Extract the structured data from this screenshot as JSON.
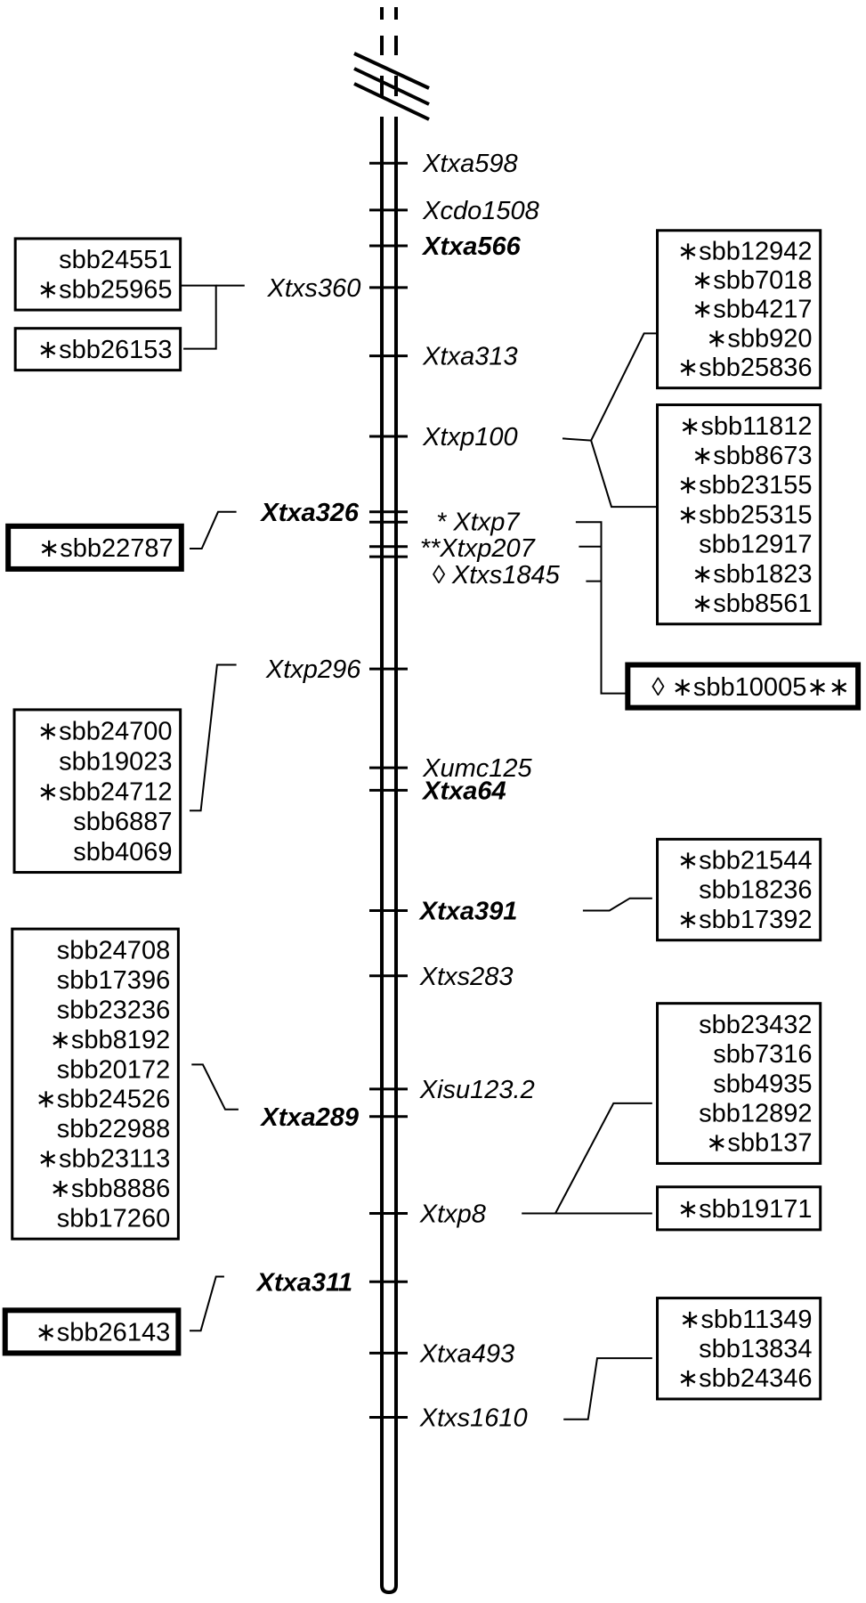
{
  "figure": {
    "type": "genetic linkage map",
    "colors": {
      "ink": "#000000",
      "background": "#ffffff"
    },
    "break_symbol": "chromosome-break",
    "markers": [
      {
        "label": "Xtxa598",
        "bold": false,
        "side": "right"
      },
      {
        "label": "Xcdo1508",
        "bold": false,
        "side": "right"
      },
      {
        "label": "Xtxa566",
        "bold": true,
        "side": "right"
      },
      {
        "label": "Xtxs360",
        "bold": false,
        "side": "left"
      },
      {
        "label": "Xtxa313",
        "bold": false,
        "side": "right"
      },
      {
        "label": "Xtxp100",
        "bold": false,
        "side": "right"
      },
      {
        "label": "Xtxa326",
        "bold": true,
        "side": "left"
      },
      {
        "label": "* Xtxp7",
        "bold": false,
        "side": "right"
      },
      {
        "label": "**Xtxp207",
        "bold": false,
        "side": "right"
      },
      {
        "label": "◊ Xtxs1845",
        "bold": false,
        "side": "right"
      },
      {
        "label": "Xtxp296",
        "bold": false,
        "side": "left"
      },
      {
        "label": "Xumc125",
        "bold": false,
        "side": "right"
      },
      {
        "label": "Xtxa64",
        "bold": true,
        "side": "right"
      },
      {
        "label": "Xtxa391",
        "bold": true,
        "side": "right"
      },
      {
        "label": "Xtxs283",
        "bold": false,
        "side": "right"
      },
      {
        "label": "Xisu123.2",
        "bold": false,
        "side": "right"
      },
      {
        "label": "Xtxa289",
        "bold": true,
        "side": "left"
      },
      {
        "label": "Xtxp8",
        "bold": false,
        "side": "right"
      },
      {
        "label": "Xtxa311",
        "bold": true,
        "side": "left"
      },
      {
        "label": "Xtxa493",
        "bold": false,
        "side": "right"
      },
      {
        "label": "Xtxs1610",
        "bold": false,
        "side": "right"
      }
    ],
    "bac_boxes": [
      {
        "id": "box-xtxs360-a",
        "linked_marker": "Xtxs360",
        "thick_border": false,
        "clones": [
          "sbb24551",
          "*sbb25965"
        ]
      },
      {
        "id": "box-xtxs360-b",
        "linked_marker": "Xtxs360",
        "thick_border": false,
        "clones": [
          "*sbb26153"
        ]
      },
      {
        "id": "box-xtxp100-a",
        "linked_marker": "Xtxp100",
        "thick_border": false,
        "clones": [
          "*sbb12942",
          "*sbb7018",
          "*sbb4217",
          "*sbb920",
          "*sbb25836"
        ]
      },
      {
        "id": "box-xtxp100-b",
        "linked_marker": "Xtxp100",
        "thick_border": false,
        "clones": [
          "*sbb11812",
          "*sbb8673",
          "*sbb23155",
          "*sbb25315",
          "sbb12917",
          "*sbb1823",
          "*sbb8561"
        ]
      },
      {
        "id": "box-xtxa326",
        "linked_marker": "Xtxa326",
        "thick_border": true,
        "clones": [
          "*sbb22787"
        ]
      },
      {
        "id": "box-xtxp7-cluster",
        "linked_marker": "Xtxp7 / Xtxp207 / Xtxs1845",
        "thick_border": true,
        "clones": [
          "◊ *sbb10005**"
        ]
      },
      {
        "id": "box-xtxp296",
        "linked_marker": "Xtxp296",
        "thick_border": false,
        "clones": [
          "*sbb24700",
          "sbb19023",
          "*sbb24712",
          "sbb6887",
          "sbb4069"
        ]
      },
      {
        "id": "box-xtxa391",
        "linked_marker": "Xtxa391",
        "thick_border": false,
        "clones": [
          "*sbb21544",
          "sbb18236",
          "*sbb17392"
        ]
      },
      {
        "id": "box-xtxa289",
        "linked_marker": "Xtxa289",
        "thick_border": false,
        "clones": [
          "sbb24708",
          "sbb17396",
          "sbb23236",
          "*sbb8192",
          "sbb20172",
          "*sbb24526",
          "sbb22988",
          "*sbb23113",
          "*sbb8886",
          "sbb17260"
        ]
      },
      {
        "id": "box-xtxp8-a",
        "linked_marker": "Xtxp8",
        "thick_border": false,
        "clones": [
          "sbb23432",
          "sbb7316",
          "sbb4935",
          "sbb12892",
          "*sbb137"
        ]
      },
      {
        "id": "box-xtxp8-b",
        "linked_marker": "Xtxp8",
        "thick_border": false,
        "clones": [
          "*sbb19171"
        ]
      },
      {
        "id": "box-xtxa311",
        "linked_marker": "Xtxa311",
        "thick_border": true,
        "clones": [
          "*sbb26143"
        ]
      },
      {
        "id": "box-xtxs1610",
        "linked_marker": "Xtxs1610",
        "thick_border": false,
        "clones": [
          "*sbb11349",
          "sbb13834",
          "*sbb24346"
        ]
      }
    ]
  }
}
